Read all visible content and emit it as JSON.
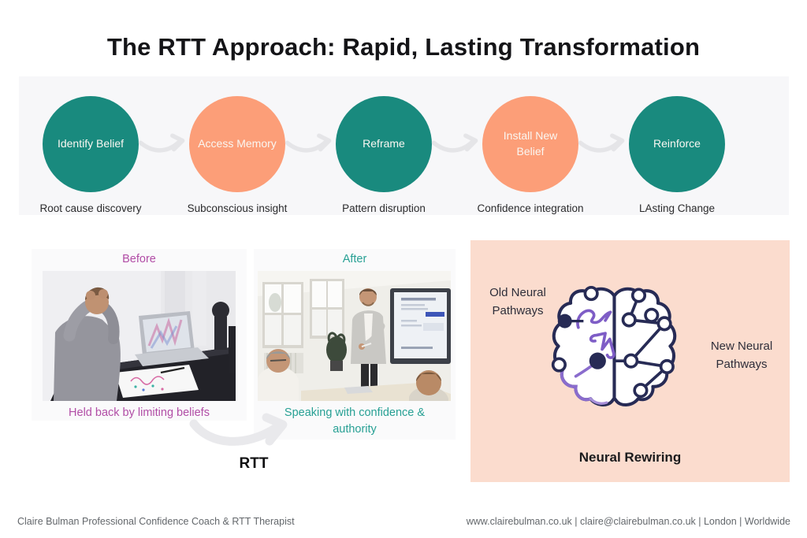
{
  "title": "The RTT Approach: Rapid, Lasting Transformation",
  "process": {
    "steps": [
      {
        "label": "Identify Belief",
        "caption": "Root cause discovery",
        "color": "#198a7e"
      },
      {
        "label": "Access Memory",
        "caption": "Subconscious insight",
        "color": "#fc9e78"
      },
      {
        "label": "Reframe",
        "caption": "Pattern disruption",
        "color": "#198a7e"
      },
      {
        "label": "Install New Belief",
        "caption": "Confidence integration",
        "color": "#fc9e78"
      },
      {
        "label": "Reinforce",
        "caption": "LAsting Change",
        "color": "#198a7e"
      }
    ]
  },
  "comparison": {
    "before": {
      "label": "Before",
      "caption": "Held back by limiting beliefs",
      "accent": "#b14da6"
    },
    "after": {
      "label": "After",
      "caption": "Speaking with confidence & authority",
      "accent": "#27a094"
    },
    "arrow_label": "RTT"
  },
  "brain_panel": {
    "left_label": "Old Neural Pathways",
    "right_label": "New Neural Pathways",
    "title": "Neural Rewiring",
    "background": "#fbdcce",
    "outline_color": "#272b55",
    "old_pathway_color": "#7e5dc6"
  },
  "footer": {
    "left": "Claire Bulman Professional Confidence Coach & RTT Therapist",
    "right": "www.clairebulman.co.uk | claire@clairebulman.co.uk | London | Worldwide"
  },
  "colors": {
    "band_background": "#f7f7f9",
    "teal": "#198a7e",
    "salmon": "#fc9e78",
    "arrow_gray": "#e5e5e8",
    "footer_gray": "#63676b"
  }
}
